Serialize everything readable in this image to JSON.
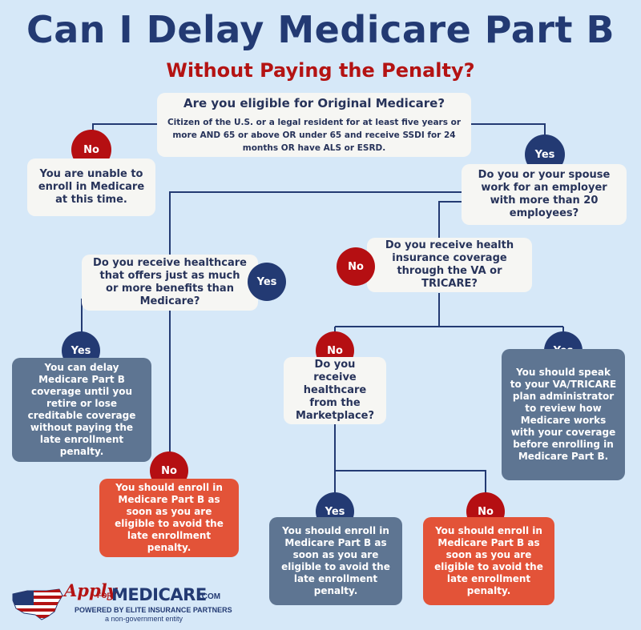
{
  "title": "Can I Delay Medicare Part B",
  "subtitle": "Without Paying the Penalty?",
  "nodes": {
    "q1_title": "Are you eligible for Original Medicare?",
    "q1_sub": "Citizen of the U.S. or a legal resident for at least five years or more AND 65 or above OR under 65 and receive SSDI for 24 months OR have ALS or ESRD.",
    "r_unable": "You are unable to enroll in Medicare at this time.",
    "q2": "Do you or your spouse work for an employer with more than 20 employees?",
    "q3": "Do you receive healthcare that offers just as much or more benefits than Medicare?",
    "q4": "Do you receive health insurance coverage through the VA or TRICARE?",
    "r_delay": "You can delay Medicare Part B coverage until you retire or lose creditable coverage without paying the late enrollment penalty.",
    "q5": "Do you receive healthcare from the Marketplace?",
    "r_va": "You should speak to your VA/TRICARE plan administrator to review how Medicare works with your coverage before enrolling in Medicare Part B.",
    "r_enroll_left": "You should enroll in Medicare Part B as soon as you are eligible to avoid the late enrollment penalty.",
    "r_enroll_mid": "You should enroll in Medicare Part B as soon as you are eligible to avoid the late enrollment penalty.",
    "r_enroll_right": "You should enroll in Medicare Part B as soon as you are eligible to avoid the late enrollment penalty."
  },
  "labels": {
    "yes": "Yes",
    "no": "No"
  },
  "colors": {
    "background": "#d6e8f8",
    "navy": "#233a73",
    "red": "#b50f12",
    "slate": "#5e7592",
    "coral": "#e35338",
    "white_box": "#f6f6f3"
  },
  "logo": {
    "apply": "Apply",
    "for": "FOR",
    "medicare": "MEDICARE",
    "com": ".COM",
    "powered": "POWERED BY ELITE INSURANCE PARTNERS",
    "tagline": "a non-government entity",
    "icon": "us-flag-map-icon"
  }
}
